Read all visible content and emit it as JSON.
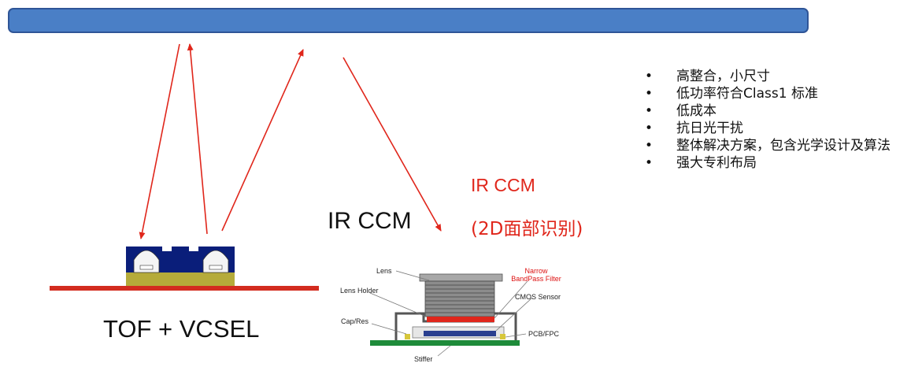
{
  "colors": {
    "top_bar": "#4a7fc6",
    "arrow": "#e0261b",
    "module_body": "#0a1e7a",
    "module_base": "#b5ab3a",
    "pcb_line": "#d32c1f",
    "filter": "#e0261b",
    "board": "#1e8b3a"
  },
  "labels": {
    "tof_vcsel": "TOF + VCSEL",
    "ir_ccm": "IR CCM",
    "ir_ccm_red": "IR CCM",
    "face_id": "(2D面部识别)"
  },
  "camera_labels": {
    "lens": "Lens",
    "narrow_line1": "Narrow",
    "narrow_line2": "BandPass Filter",
    "lens_holder": "Lens Holder",
    "cmos_sensor": "CMOS Sensor",
    "cap_res": "Cap/Res",
    "pcb_fpc": "PCB/FPC",
    "stiffer": "Stiffer"
  },
  "bullet_char": "•",
  "features": [
    "高整合，小尺寸",
    "低功率符合Class1 标准",
    "低成本",
    "抗日光干扰",
    "整体解决方案，包含光学设计及算法",
    "强大专利布局"
  ]
}
